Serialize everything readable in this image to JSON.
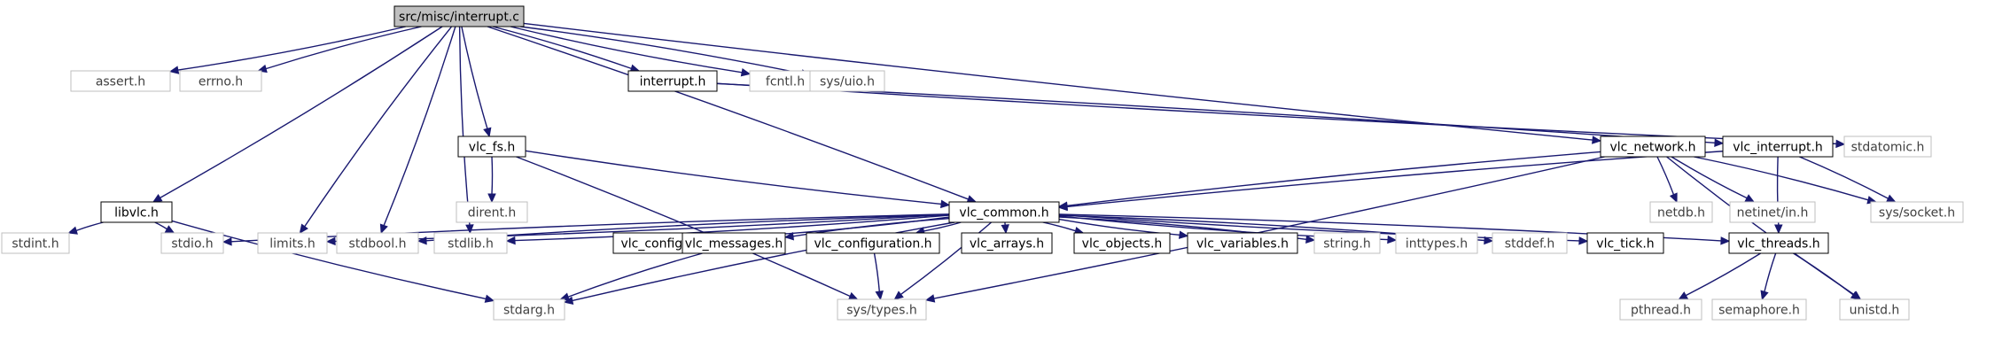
{
  "diagram": {
    "type": "include-dependency-graph",
    "root": "src/misc/interrupt.c",
    "colors": {
      "edge": "#191970",
      "root_fill": "#bfbfbf",
      "root_border": "#000000",
      "documented_fill": "#ffffff",
      "documented_border": "#000000",
      "external_fill": "#ffffff",
      "external_border": "#bfbfbf",
      "external_text": "#404040"
    },
    "nodes": [
      {
        "id": "root",
        "label": "src/misc/interrupt.c",
        "kind": "root"
      },
      {
        "id": "assert",
        "label": "assert.h",
        "kind": "external"
      },
      {
        "id": "errno",
        "label": "errno.h",
        "kind": "external"
      },
      {
        "id": "interrupt",
        "label": "interrupt.h",
        "kind": "documented"
      },
      {
        "id": "fcntl",
        "label": "fcntl.h",
        "kind": "external"
      },
      {
        "id": "sysuio",
        "label": "sys/uio.h",
        "kind": "external"
      },
      {
        "id": "vlcfs",
        "label": "vlc_fs.h",
        "kind": "documented"
      },
      {
        "id": "dirent",
        "label": "dirent.h",
        "kind": "external"
      },
      {
        "id": "libvlc",
        "label": "libvlc.h",
        "kind": "documented"
      },
      {
        "id": "stdint",
        "label": "stdint.h",
        "kind": "external"
      },
      {
        "id": "stdio",
        "label": "stdio.h",
        "kind": "external"
      },
      {
        "id": "limits",
        "label": "limits.h",
        "kind": "external"
      },
      {
        "id": "stdbool",
        "label": "stdbool.h",
        "kind": "external"
      },
      {
        "id": "stdlib",
        "label": "stdlib.h",
        "kind": "external"
      },
      {
        "id": "vlccommon",
        "label": "vlc_common.h",
        "kind": "documented"
      },
      {
        "id": "vlcconfig",
        "label": "vlc_config.h",
        "kind": "documented"
      },
      {
        "id": "vlcmessages",
        "label": "vlc_messages.h",
        "kind": "documented"
      },
      {
        "id": "vlcconfiguration",
        "label": "vlc_configuration.h",
        "kind": "documented"
      },
      {
        "id": "vlcarrays",
        "label": "vlc_arrays.h",
        "kind": "documented"
      },
      {
        "id": "vlcobjects",
        "label": "vlc_objects.h",
        "kind": "documented"
      },
      {
        "id": "vlcvariables",
        "label": "vlc_variables.h",
        "kind": "documented"
      },
      {
        "id": "string",
        "label": "string.h",
        "kind": "external"
      },
      {
        "id": "inttypes",
        "label": "inttypes.h",
        "kind": "external"
      },
      {
        "id": "stddef",
        "label": "stddef.h",
        "kind": "external"
      },
      {
        "id": "vlctick",
        "label": "vlc_tick.h",
        "kind": "documented"
      },
      {
        "id": "vlcthreads",
        "label": "vlc_threads.h",
        "kind": "documented"
      },
      {
        "id": "stdarg",
        "label": "stdarg.h",
        "kind": "external"
      },
      {
        "id": "systypes",
        "label": "sys/types.h",
        "kind": "external"
      },
      {
        "id": "vlcnetwork",
        "label": "vlc_network.h",
        "kind": "documented"
      },
      {
        "id": "vlcinterrupt",
        "label": "vlc_interrupt.h",
        "kind": "documented"
      },
      {
        "id": "stdatomic",
        "label": "stdatomic.h",
        "kind": "external"
      },
      {
        "id": "netdb",
        "label": "netdb.h",
        "kind": "external"
      },
      {
        "id": "netinetin",
        "label": "netinet/in.h",
        "kind": "external"
      },
      {
        "id": "syssocket",
        "label": "sys/socket.h",
        "kind": "external"
      },
      {
        "id": "unistd",
        "label": "unistd.h",
        "kind": "external"
      },
      {
        "id": "pthread",
        "label": "pthread.h",
        "kind": "external"
      },
      {
        "id": "semaphore",
        "label": "semaphore.h",
        "kind": "external"
      }
    ],
    "edges": [
      [
        "root",
        "assert"
      ],
      [
        "root",
        "errno"
      ],
      [
        "root",
        "interrupt"
      ],
      [
        "root",
        "fcntl"
      ],
      [
        "root",
        "sysuio"
      ],
      [
        "root",
        "vlcfs"
      ],
      [
        "root",
        "libvlc"
      ],
      [
        "root",
        "limits"
      ],
      [
        "root",
        "stdbool"
      ],
      [
        "root",
        "stdlib"
      ],
      [
        "root",
        "vlccommon"
      ],
      [
        "root",
        "vlcnetwork"
      ],
      [
        "interrupt",
        "vlcinterrupt"
      ],
      [
        "interrupt",
        "stdatomic"
      ],
      [
        "vlcfs",
        "dirent"
      ],
      [
        "vlcfs",
        "vlccommon"
      ],
      [
        "vlcfs",
        "systypes"
      ],
      [
        "libvlc",
        "stdint"
      ],
      [
        "libvlc",
        "stdio"
      ],
      [
        "libvlc",
        "stdarg"
      ],
      [
        "vlccommon",
        "vlcconfig"
      ],
      [
        "vlccommon",
        "vlcmessages"
      ],
      [
        "vlccommon",
        "vlcconfiguration"
      ],
      [
        "vlccommon",
        "vlcarrays"
      ],
      [
        "vlccommon",
        "vlcobjects"
      ],
      [
        "vlccommon",
        "vlcvariables"
      ],
      [
        "vlccommon",
        "string"
      ],
      [
        "vlccommon",
        "inttypes"
      ],
      [
        "vlccommon",
        "stddef"
      ],
      [
        "vlccommon",
        "vlctick"
      ],
      [
        "vlccommon",
        "vlcthreads"
      ],
      [
        "vlccommon",
        "stdio"
      ],
      [
        "vlccommon",
        "limits"
      ],
      [
        "vlccommon",
        "stdbool"
      ],
      [
        "vlccommon",
        "stdlib"
      ],
      [
        "vlccommon",
        "stdarg"
      ],
      [
        "vlccommon",
        "systypes"
      ],
      [
        "vlcmessages",
        "stdarg"
      ],
      [
        "vlcconfiguration",
        "systypes"
      ],
      [
        "vlcnetwork",
        "vlccommon"
      ],
      [
        "vlcnetwork",
        "netdb"
      ],
      [
        "vlcnetwork",
        "netinetin"
      ],
      [
        "vlcnetwork",
        "syssocket"
      ],
      [
        "vlcnetwork",
        "unistd"
      ],
      [
        "vlcnetwork",
        "systypes"
      ],
      [
        "vlcinterrupt",
        "vlccommon"
      ],
      [
        "vlcinterrupt",
        "syssocket"
      ],
      [
        "vlcinterrupt",
        "vlcthreads"
      ],
      [
        "vlcthreads",
        "pthread"
      ],
      [
        "vlcthreads",
        "semaphore"
      ],
      [
        "vlcthreads",
        "unistd"
      ]
    ]
  }
}
